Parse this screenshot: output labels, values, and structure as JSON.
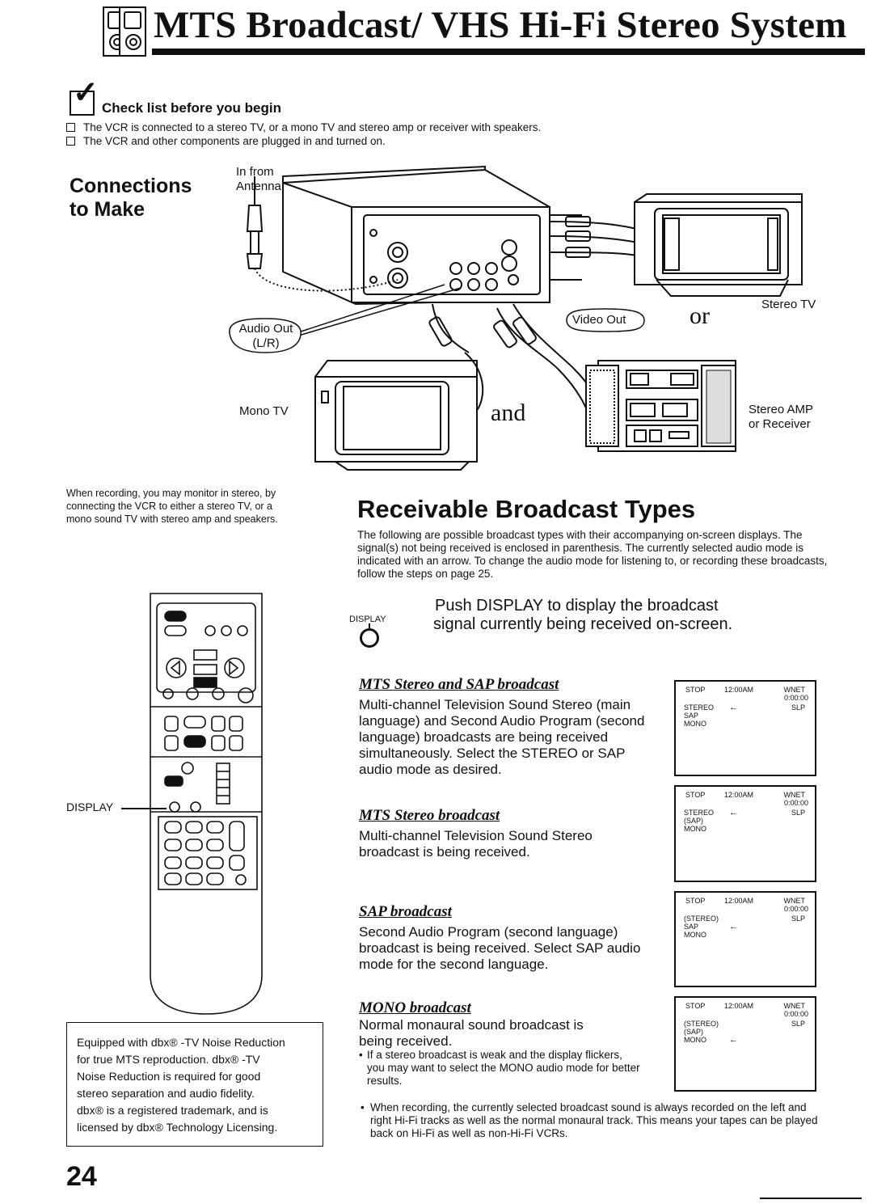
{
  "header": {
    "title": "MTS Broadcast/ VHS Hi-Fi Stereo System"
  },
  "checklist": {
    "title": "Check list before you begin",
    "items": [
      "The VCR is connected to a stereo TV, or a mono TV and stereo amp or receiver with speakers.",
      "The VCR and other components are plugged in and turned on."
    ]
  },
  "connections": {
    "title_line1": "Connections",
    "title_line2": "to Make",
    "in_from_1": "In from",
    "in_from_2": "Antenna",
    "audio_out_1": "Audio Out",
    "audio_out_2": "(L/R)",
    "video_out": "Video Out",
    "stereo_tv": "Stereo TV",
    "or": "or",
    "and": "and",
    "mono_tv": "Mono TV",
    "stereo_amp_1": "Stereo AMP",
    "stereo_amp_2": "or Receiver",
    "display_label": "DISPLAY",
    "note": "When recording, you may monitor in stereo, by connecting the VCR to either a stereo TV, or a mono sound TV with stereo amp and speakers."
  },
  "receivable": {
    "title": "Receivable Broadcast Types",
    "intro": "The following are possible broadcast types with their accompanying on-screen displays. The signal(s) not being received is enclosed in parenthesis. The currently selected audio mode is indicated with an arrow. To change the audio mode for listening to, or recording these broadcasts, follow the steps on page 25.",
    "push_small": "DISPLAY",
    "push_line1": "Push DISPLAY to display the broadcast",
    "push_line2": "signal currently being received on-screen.",
    "sections": [
      {
        "heading": "MTS Stereo and SAP broadcast",
        "body": "Multi-channel Television Sound Stereo (main language) and Second Audio Program (second language) broadcasts are being received simultaneously. Select the STEREO or SAP audio mode as desired."
      },
      {
        "heading": "MTS Stereo broadcast",
        "body": "Multi-channel Television Sound Stereo broadcast is being received."
      },
      {
        "heading": "SAP broadcast",
        "body": "Second Audio Program (second language) broadcast is being received. Select SAP audio mode for the second language."
      },
      {
        "heading": "MONO broadcast",
        "body": "Normal monaural sound broadcast is being received.",
        "bullet": "If a stereo broadcast is weak and the display flickers, you may want to select the MONO audio mode for better results."
      }
    ],
    "final_bullet": "When recording, the currently selected broadcast sound is always recorded on the left and right Hi-Fi tracks as well as the normal monaural track. This means your tapes can be played back on Hi-Fi as well as non-Hi-Fi VCRs."
  },
  "osd": [
    {
      "status": "STOP",
      "time": "12:00AM",
      "ch": "WNET",
      "counter": "0:00:00",
      "speed": "SLP",
      "l1": "STEREO",
      "l2": "SAP",
      "l3": "MONO",
      "arrow_line": 1
    },
    {
      "status": "STOP",
      "time": "12:00AM",
      "ch": "WNET",
      "counter": "0:00:00",
      "speed": "SLP",
      "l1": "STEREO",
      "l2": "(SAP)",
      "l3": "MONO",
      "arrow_line": 1
    },
    {
      "status": "STOP",
      "time": "12:00AM",
      "ch": "WNET",
      "counter": "0:00:00",
      "speed": "SLP",
      "l1": "(STEREO)",
      "l2": "SAP",
      "l3": "MONO",
      "arrow_line": 2
    },
    {
      "status": "STOP",
      "time": "12:00AM",
      "ch": "WNET",
      "counter": "0:00:00",
      "speed": "SLP",
      "l1": "(STEREO)",
      "l2": "(SAP)",
      "l3": "MONO",
      "arrow_line": 3
    }
  ],
  "osd_arrow": "←",
  "dbx": {
    "line1": "Equipped with dbx® -TV Noise Reduction",
    "line2": "for true MTS reproduction. dbx® -TV",
    "line3": "Noise Reduction is required for good",
    "line4": "stereo separation and audio fidelity.",
    "line5": "dbx® is a registered trademark, and is",
    "line6": "licensed by dbx® Technology Licensing."
  },
  "page_number": "24"
}
